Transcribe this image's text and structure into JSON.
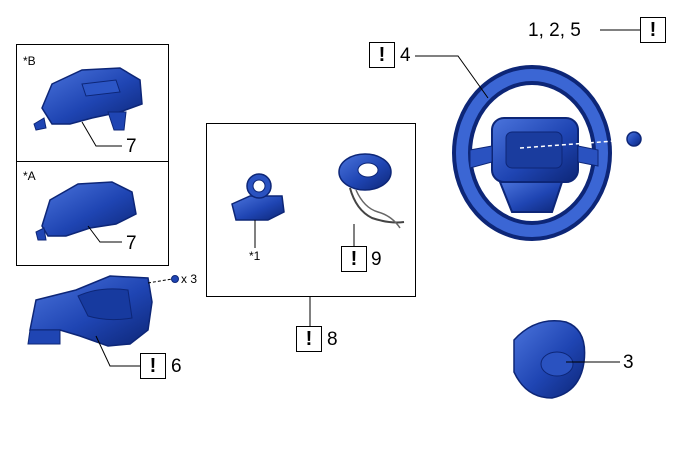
{
  "colors": {
    "part_fill": "#1f45b3",
    "part_dark": "#0d2677",
    "part_light": "#4b74dc",
    "line": "#000000"
  },
  "icons": {
    "caution": "caution-icon"
  },
  "warning_glyph": "!",
  "labels": {
    "top_right_steps": "1, 2, 5",
    "steering_wheel": "4",
    "cover_b_callout": "7",
    "cover_a_callout": "7",
    "variant_b": "*B",
    "variant_a": "*A",
    "column_cover_callout": "6",
    "screw_qty": "x 3",
    "sensor_note": "*1",
    "spiral_cable_callout": "9",
    "assembly_callout": "8",
    "airbag_callout": "3"
  }
}
